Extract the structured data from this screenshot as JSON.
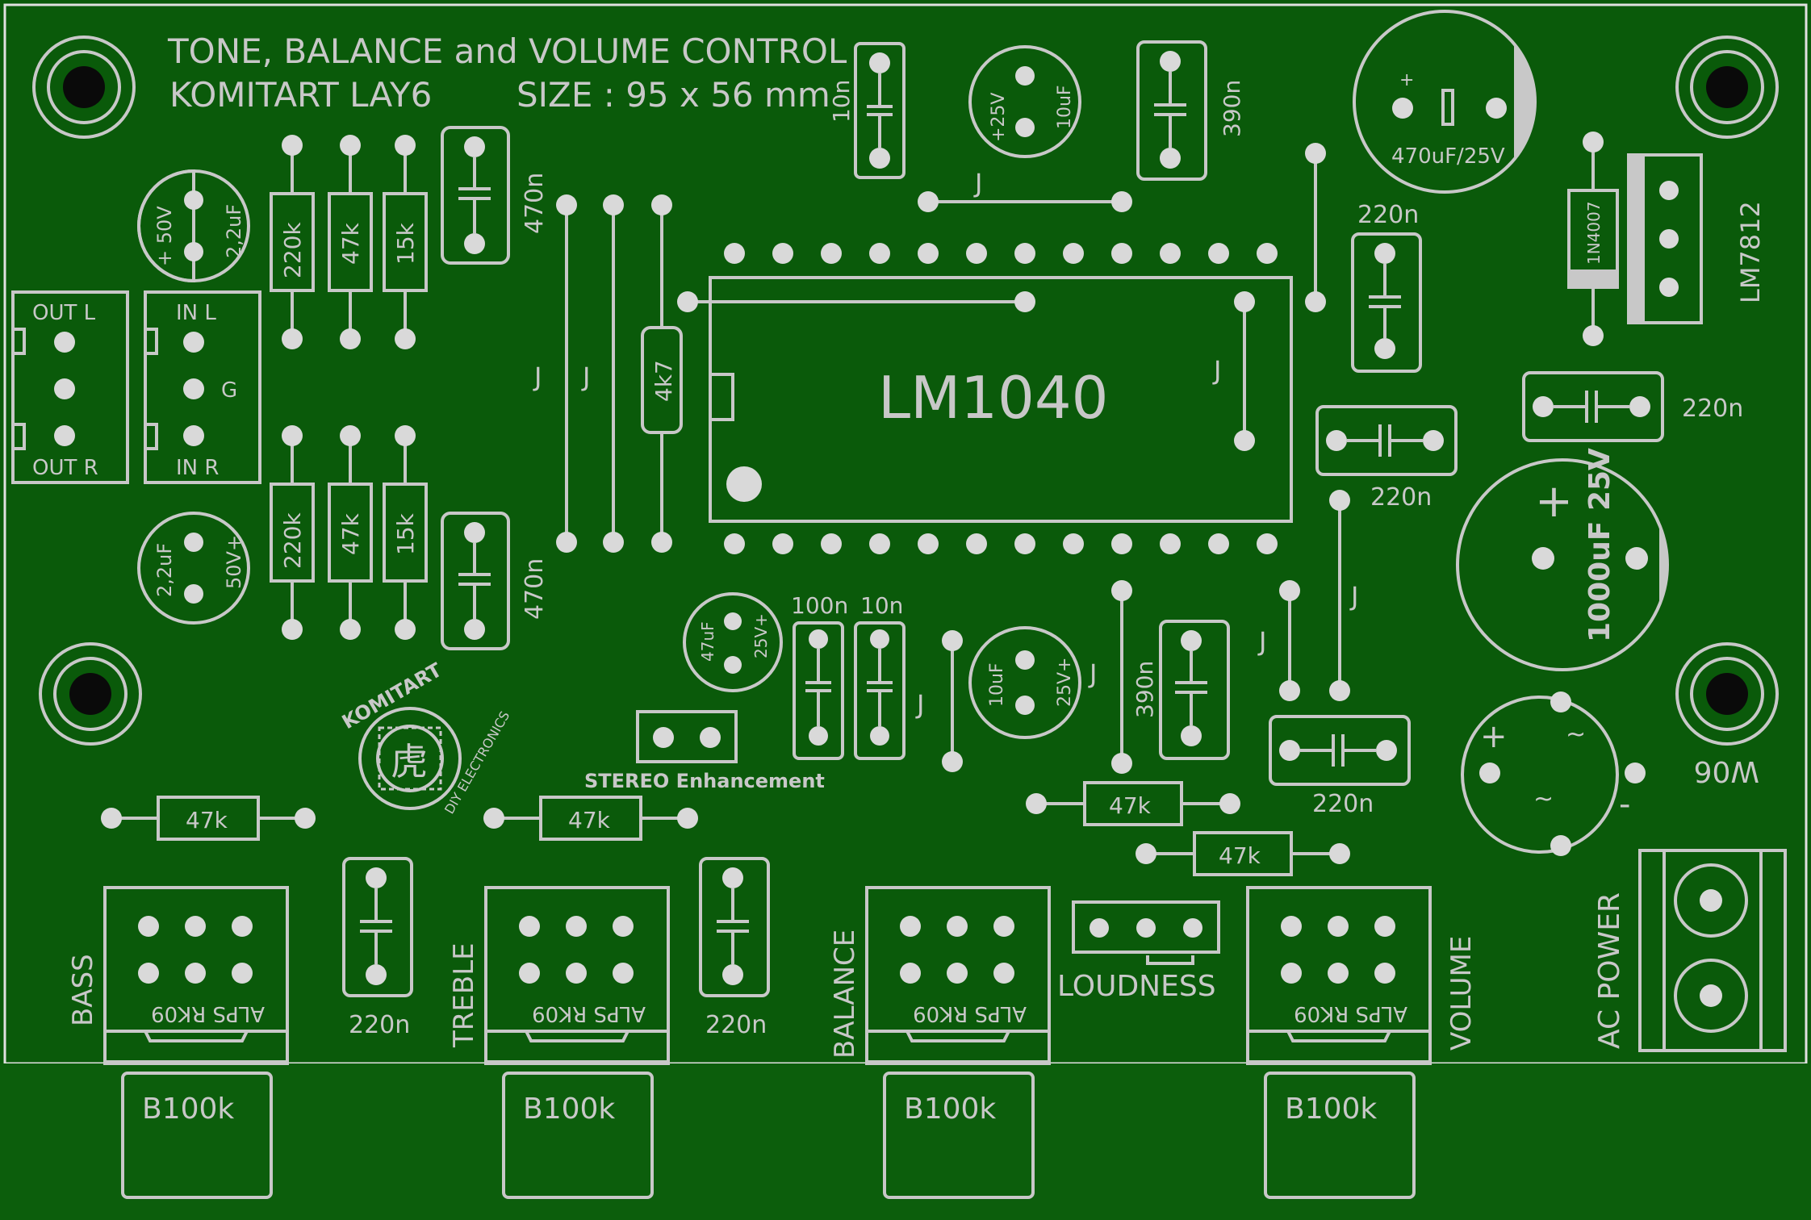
{
  "title_line1": "TONE, BALANCE and VOLUME CONTROL",
  "title_line2": "KOMITART  LAY6",
  "size_text": "SIZE : 95 x 56 mm",
  "ic_label": "LM1040",
  "regulator": "LM7812",
  "diode": "1N4007",
  "bridge": "W06",
  "logo_brand": "KOMITART",
  "logo_sub": "DIY ELECTRONICS",
  "logo_glyph": "虎",
  "stereo_label": "STEREO Enhancement",
  "loudness_label": "LOUDNESS",
  "ac_power_label": "AC POWER",
  "connectors": {
    "out_l": "OUT L",
    "out_r": "OUT R",
    "in_l": "IN L",
    "in_r": "IN R",
    "g": "G"
  },
  "pots": [
    {
      "name": "BASS",
      "model": "ALPS RK09",
      "value": "B100k"
    },
    {
      "name": "TREBLE",
      "model": "ALPS RK09",
      "value": "B100k"
    },
    {
      "name": "BALANCE",
      "model": "ALPS RK09",
      "value": "B100k"
    },
    {
      "name": "VOLUME",
      "model": "ALPS RK09",
      "value": "B100k"
    }
  ],
  "resistors": {
    "r220k": "220k",
    "r47k": "47k",
    "r15k": "15k",
    "r4k7": "4k7"
  },
  "caps": {
    "c470n": "470n",
    "c10n": "10n",
    "c390n": "390n",
    "c220n": "220n",
    "c100n": "100n",
    "e10uf_top": "10uF",
    "e10uf_mid": "10uF",
    "e25v": "+25V",
    "e25v_plus": "25V+",
    "e470": "470uF/25V",
    "e1000": "1000uF 25V",
    "e22": "2,2uF",
    "e50": "+ 50V",
    "e50p": "50V+",
    "e47": "47uF"
  },
  "jumper": "J",
  "colors": {
    "board": "#0a5a0a",
    "silk": "#c8c8c8",
    "pad": "#d9d9d9",
    "hole": "#0a0a0a",
    "edge": "#0d5f0d"
  }
}
